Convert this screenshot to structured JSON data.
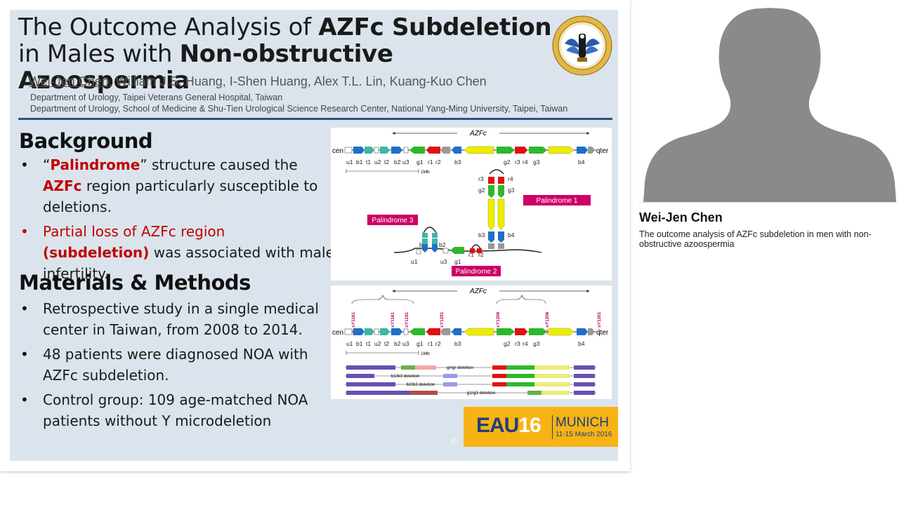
{
  "slide": {
    "title": {
      "line1_prefix": "The Outcome Analysis of ",
      "line1_bold": "AZFc Subdeletion",
      "line2_prefix": "in Males with ",
      "line2_bold": "Non-obstructive Azoospermia"
    },
    "authors": {
      "first": "Wei-Jen Chen",
      "rest": ", William J.S. Huang, I-Shen Huang, Alex T.L. Lin, Kuang-Kuo Chen"
    },
    "affiliations": [
      "Department of Urology, Taipei Veterans General Hospital, Taiwan",
      "Department of Urology, School of Medicine & Shu-Tien Urological Science Research Center, National Yang-Ming University, Taipei, Taiwan"
    ],
    "background": {
      "heading": "Background",
      "b1_pre": "“",
      "b1_red": "Palindrome",
      "b1_mid": "” structure caused the ",
      "b1_red2": "AZFc",
      "b1_post": " region particularly susceptible to deletions.",
      "b2_red": "Partial loss of AZFc region ",
      "b2_redbold": "(subdeletion)",
      "b2_post": " was associated with male infertility."
    },
    "methods": {
      "heading": "Materials & Methods",
      "items": [
        "Retrospective study in a single medical center in Taiwan, from 2008 to 2014.",
        "48 patients were diagnosed NOA with AZFc subdeletion.",
        "Control group: 109 age-matched NOA patients without Y microdeletion"
      ]
    },
    "figure1": {
      "azfc": "AZFc",
      "cen": "cen",
      "qter": "qter",
      "scale": "1Mb",
      "labels": [
        "u1",
        "b1",
        "t1",
        "u2",
        "t2",
        "b2",
        "u3",
        "g1",
        "r1",
        "r2",
        "b3",
        "g2",
        "r3",
        "r4",
        "g3",
        "b4"
      ],
      "palindrome1": "Palindrome 1",
      "palindrome2": "Palindrome 2",
      "palindrome3": "Palindrome 3",
      "loop": {
        "r3": "r3",
        "r4": "r4",
        "g2": "g2",
        "g3": "g3",
        "b3": "b3",
        "b4": "b4",
        "b1": "b1",
        "b2": "b2",
        "u1": "u1",
        "u3": "u3",
        "g1": "g1",
        "r1": "r1",
        "r2": "r2"
      }
    },
    "figure2": {
      "azfc": "AZFc",
      "cen": "cen",
      "qter": "qter",
      "scale": "1Mb",
      "sts": [
        "sY1161",
        "sY1161",
        "sY1191",
        "sY1291",
        "sY1206",
        "sY1206",
        "sY1201"
      ],
      "labels": [
        "u1",
        "b1",
        "t1",
        "u2",
        "t2",
        "b2",
        "u3",
        "g1",
        "r1",
        "r2",
        "b3",
        "g2",
        "r3",
        "r4",
        "g3",
        "b4"
      ],
      "deletions": [
        "gr/gr deletion",
        "b1/b3 deletion",
        "b2/b3 deletion",
        "g1/g3 deletion"
      ]
    },
    "eau": {
      "eau": "EAU",
      "num": "16",
      "city": "MUNICH",
      "dates": "11-15 March 2016"
    },
    "copyright": "©"
  },
  "presenter": {
    "name": "Wei-Jen Chen",
    "talk": "The outcome analysis of AZFc subdeletion in men with non-obstructive azoospermia"
  },
  "colors": {
    "slide_bg": "#dbe4ec",
    "rule": "#2d4f8a",
    "red": "#c00000",
    "magenta": "#cc0066",
    "eau_yellow": "#f7b315",
    "eau_blue": "#1f3f7a"
  }
}
